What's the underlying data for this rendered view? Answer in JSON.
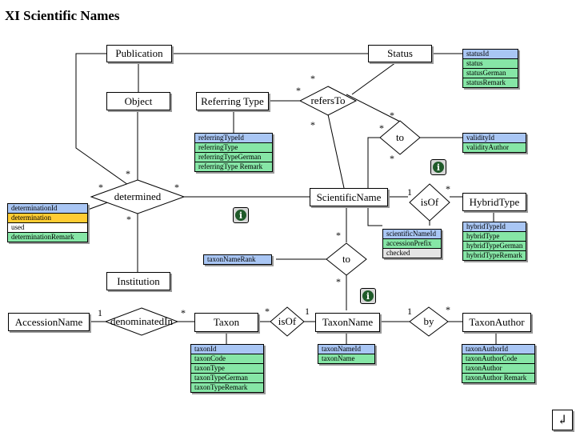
{
  "title": "XI Scientific Names",
  "entities": {
    "publication": "Publication",
    "status": "Status",
    "object": "Object",
    "referring_type": "Referring Type",
    "scientific_name": "ScientificName",
    "hybrid_type": "HybridType",
    "institution": "Institution",
    "accession_name": "AccessionName",
    "taxon": "Taxon",
    "taxon_name": "TaxonName",
    "taxon_author": "TaxonAuthor"
  },
  "relationships": {
    "refers_to": "refersTo",
    "to_status": "to",
    "determined": "determined",
    "is_of_hybrid": "isOf",
    "to_rank": "to",
    "denominated_in": "denominatedIn",
    "is_of_taxon": "isOf",
    "by": "by"
  },
  "attributes": {
    "status": [
      "statusId",
      "status",
      "statusGerman",
      "statusRemark"
    ],
    "referring_type": [
      "referringTypeId",
      "referringType",
      "referringTypeGerman",
      "referringType Remark"
    ],
    "validity": [
      "validityId",
      "validityAuthor"
    ],
    "determination": [
      "determinationId",
      "determination",
      "used",
      "determinationRemark"
    ],
    "scientific_name": [
      "scientificNameId",
      "accessionPrefix",
      "checked"
    ],
    "hybrid_type": [
      "hybridTypeId",
      "hybridType",
      "hybridTypeGerman",
      "hybridTypeRemark"
    ],
    "taxon_name_rank": [
      "taxonNameRank"
    ],
    "taxon": [
      "taxonId",
      "taxonCode",
      "taxonType",
      "taxonTypeGerman",
      "taxonTypeRemark"
    ],
    "taxon_name": [
      "taxonNameId",
      "taxonName"
    ],
    "taxon_author": [
      "taxonAuthorId",
      "taxonAuthorCode",
      "taxonAuthor",
      "taxonAuthor Remark"
    ]
  },
  "cardinalities": {
    "refers_to_right": "*",
    "refers_to_left": "*",
    "refers_to_below": "*",
    "to_top": "*",
    "to_left": "*",
    "to_bottom": "*",
    "determined_top": "*",
    "determined_left": "*",
    "determined_right": "*",
    "determined_bottom": "*",
    "hybrid_left": "1",
    "hybrid_right": "*",
    "rank_top": "*",
    "rank_bottom": "*",
    "denom_left": "1",
    "denom_right": "*",
    "isof_left": "*",
    "isof_right": "1",
    "by_left": "1",
    "by_right": "*"
  },
  "icons": {
    "info_glyph": "i",
    "back_glyph": "↲"
  }
}
